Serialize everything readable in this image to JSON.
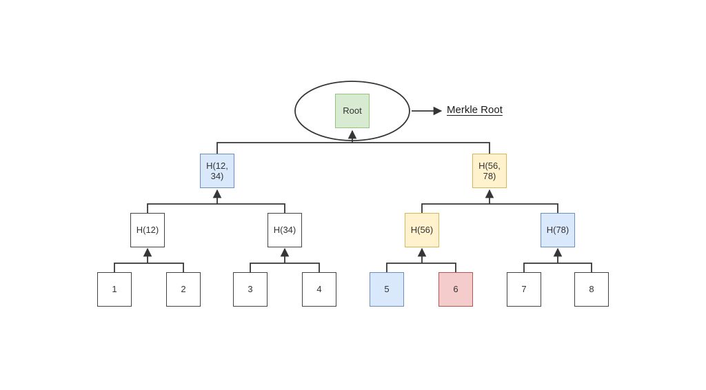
{
  "diagram": {
    "type": "merkle-tree",
    "annotation": {
      "label": "Merkle Root"
    },
    "root": {
      "label": "Root",
      "fill": "#d9ead3",
      "stroke": "#93c47d"
    },
    "level2": [
      {
        "id": "h1234",
        "label": "H(12, 34)",
        "fill": "#dae8fc",
        "stroke": "#6c8ebf"
      },
      {
        "id": "h5678",
        "label": "H(56, 78)",
        "fill": "#fff2cc",
        "stroke": "#d6b656"
      }
    ],
    "level3": [
      {
        "id": "h12",
        "label": "H(12)",
        "fill": "#ffffff",
        "stroke": "#424242"
      },
      {
        "id": "h34",
        "label": "H(34)",
        "fill": "#ffffff",
        "stroke": "#424242"
      },
      {
        "id": "h56",
        "label": "H(56)",
        "fill": "#fff2cc",
        "stroke": "#d6b656"
      },
      {
        "id": "h78",
        "label": "H(78)",
        "fill": "#dae8fc",
        "stroke": "#6c8ebf"
      }
    ],
    "leaves": [
      {
        "label": "1",
        "fill": "#ffffff",
        "stroke": "#424242"
      },
      {
        "label": "2",
        "fill": "#ffffff",
        "stroke": "#424242"
      },
      {
        "label": "3",
        "fill": "#ffffff",
        "stroke": "#424242"
      },
      {
        "label": "4",
        "fill": "#ffffff",
        "stroke": "#424242"
      },
      {
        "label": "5",
        "fill": "#dae8fc",
        "stroke": "#6c8ebf"
      },
      {
        "label": "6",
        "fill": "#f4cccc",
        "stroke": "#b85450"
      },
      {
        "label": "7",
        "fill": "#ffffff",
        "stroke": "#424242"
      },
      {
        "label": "8",
        "fill": "#ffffff",
        "stroke": "#424242"
      }
    ],
    "line_color": "#363636",
    "background": "#ffffff"
  }
}
